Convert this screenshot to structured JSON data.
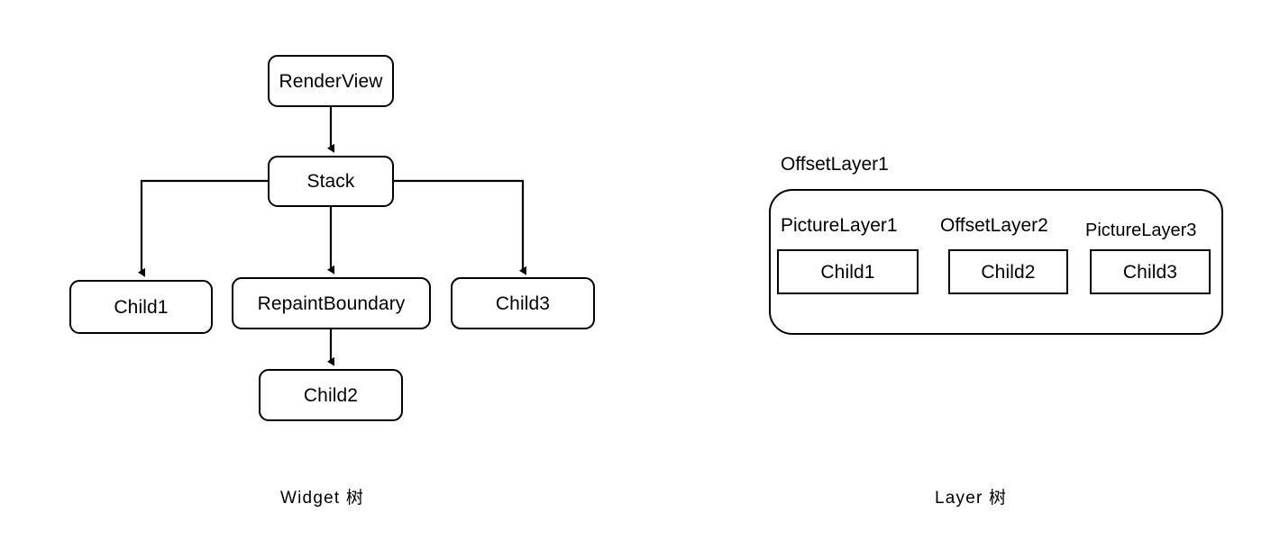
{
  "figure": {
    "background_color": "#ffffff",
    "stroke_color": "#000000",
    "text_color": "#000000"
  },
  "widget_tree": {
    "caption": "Widget 树",
    "nodes": {
      "render_view": "RenderView",
      "stack": "Stack",
      "child1": "Child1",
      "repaint_boundary": "RepaintBoundary",
      "child3": "Child3",
      "child2": "Child2"
    },
    "edges": [
      {
        "from": "RenderView",
        "to": "Stack",
        "kind": "straight-down"
      },
      {
        "from": "Stack",
        "to": "Child1",
        "kind": "elbow-left"
      },
      {
        "from": "Stack",
        "to": "RepaintBoundary",
        "kind": "straight-down"
      },
      {
        "from": "Stack",
        "to": "Child3",
        "kind": "elbow-right"
      },
      {
        "from": "RepaintBoundary",
        "to": "Child2",
        "kind": "straight-down"
      }
    ]
  },
  "layer_tree": {
    "caption": "Layer 树",
    "root_label": "OffsetLayer1",
    "layers": [
      {
        "label": "PictureLayer1",
        "child": "Child1"
      },
      {
        "label": "OffsetLayer2",
        "child": "Child2"
      },
      {
        "label": "PictureLayer3",
        "child": "Child3"
      }
    ]
  }
}
